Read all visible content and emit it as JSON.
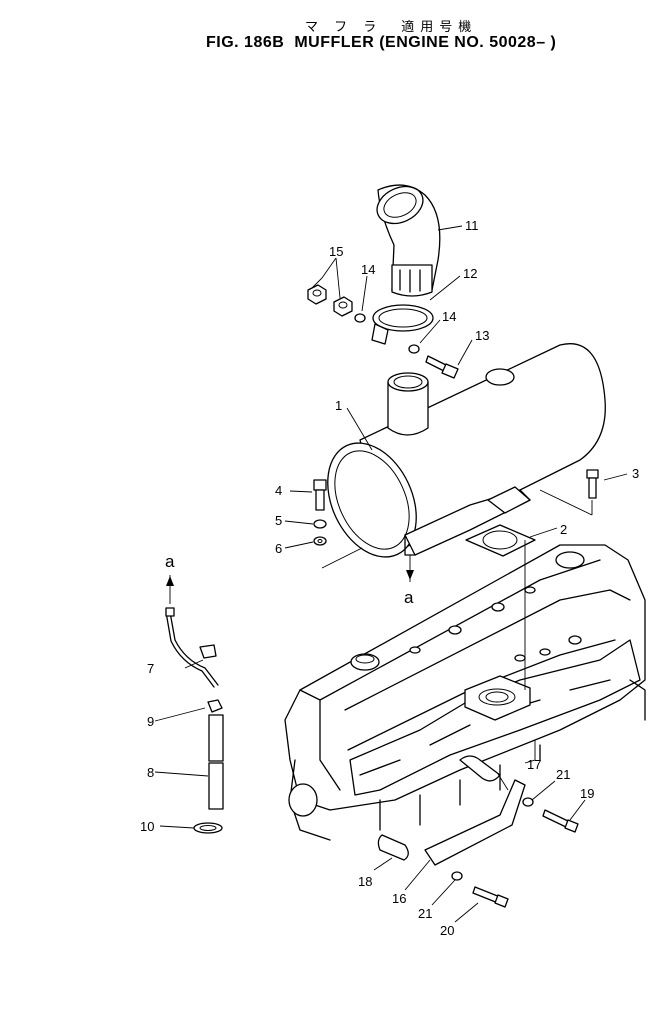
{
  "header": {
    "jp_title": "マ フ ラ　適用号機",
    "fig_number": "FIG. 186B",
    "fig_title": "MUFFLER (ENGINE NO. 50028– )"
  },
  "callouts": {
    "c1": "1",
    "c2": "2",
    "c3": "3",
    "c4": "4",
    "c5": "5",
    "c6": "6",
    "c7": "7",
    "c8": "8",
    "c9": "9",
    "c10": "10",
    "c11": "11",
    "c12": "12",
    "c13": "13",
    "c14a": "14",
    "c14b": "14",
    "c15": "15",
    "c16": "16",
    "c17": "17",
    "c18": "18",
    "c19": "19",
    "c20": "20",
    "c21a": "21",
    "c21b": "21"
  },
  "refs": {
    "a_top": "a",
    "a_bottom": "a"
  }
}
